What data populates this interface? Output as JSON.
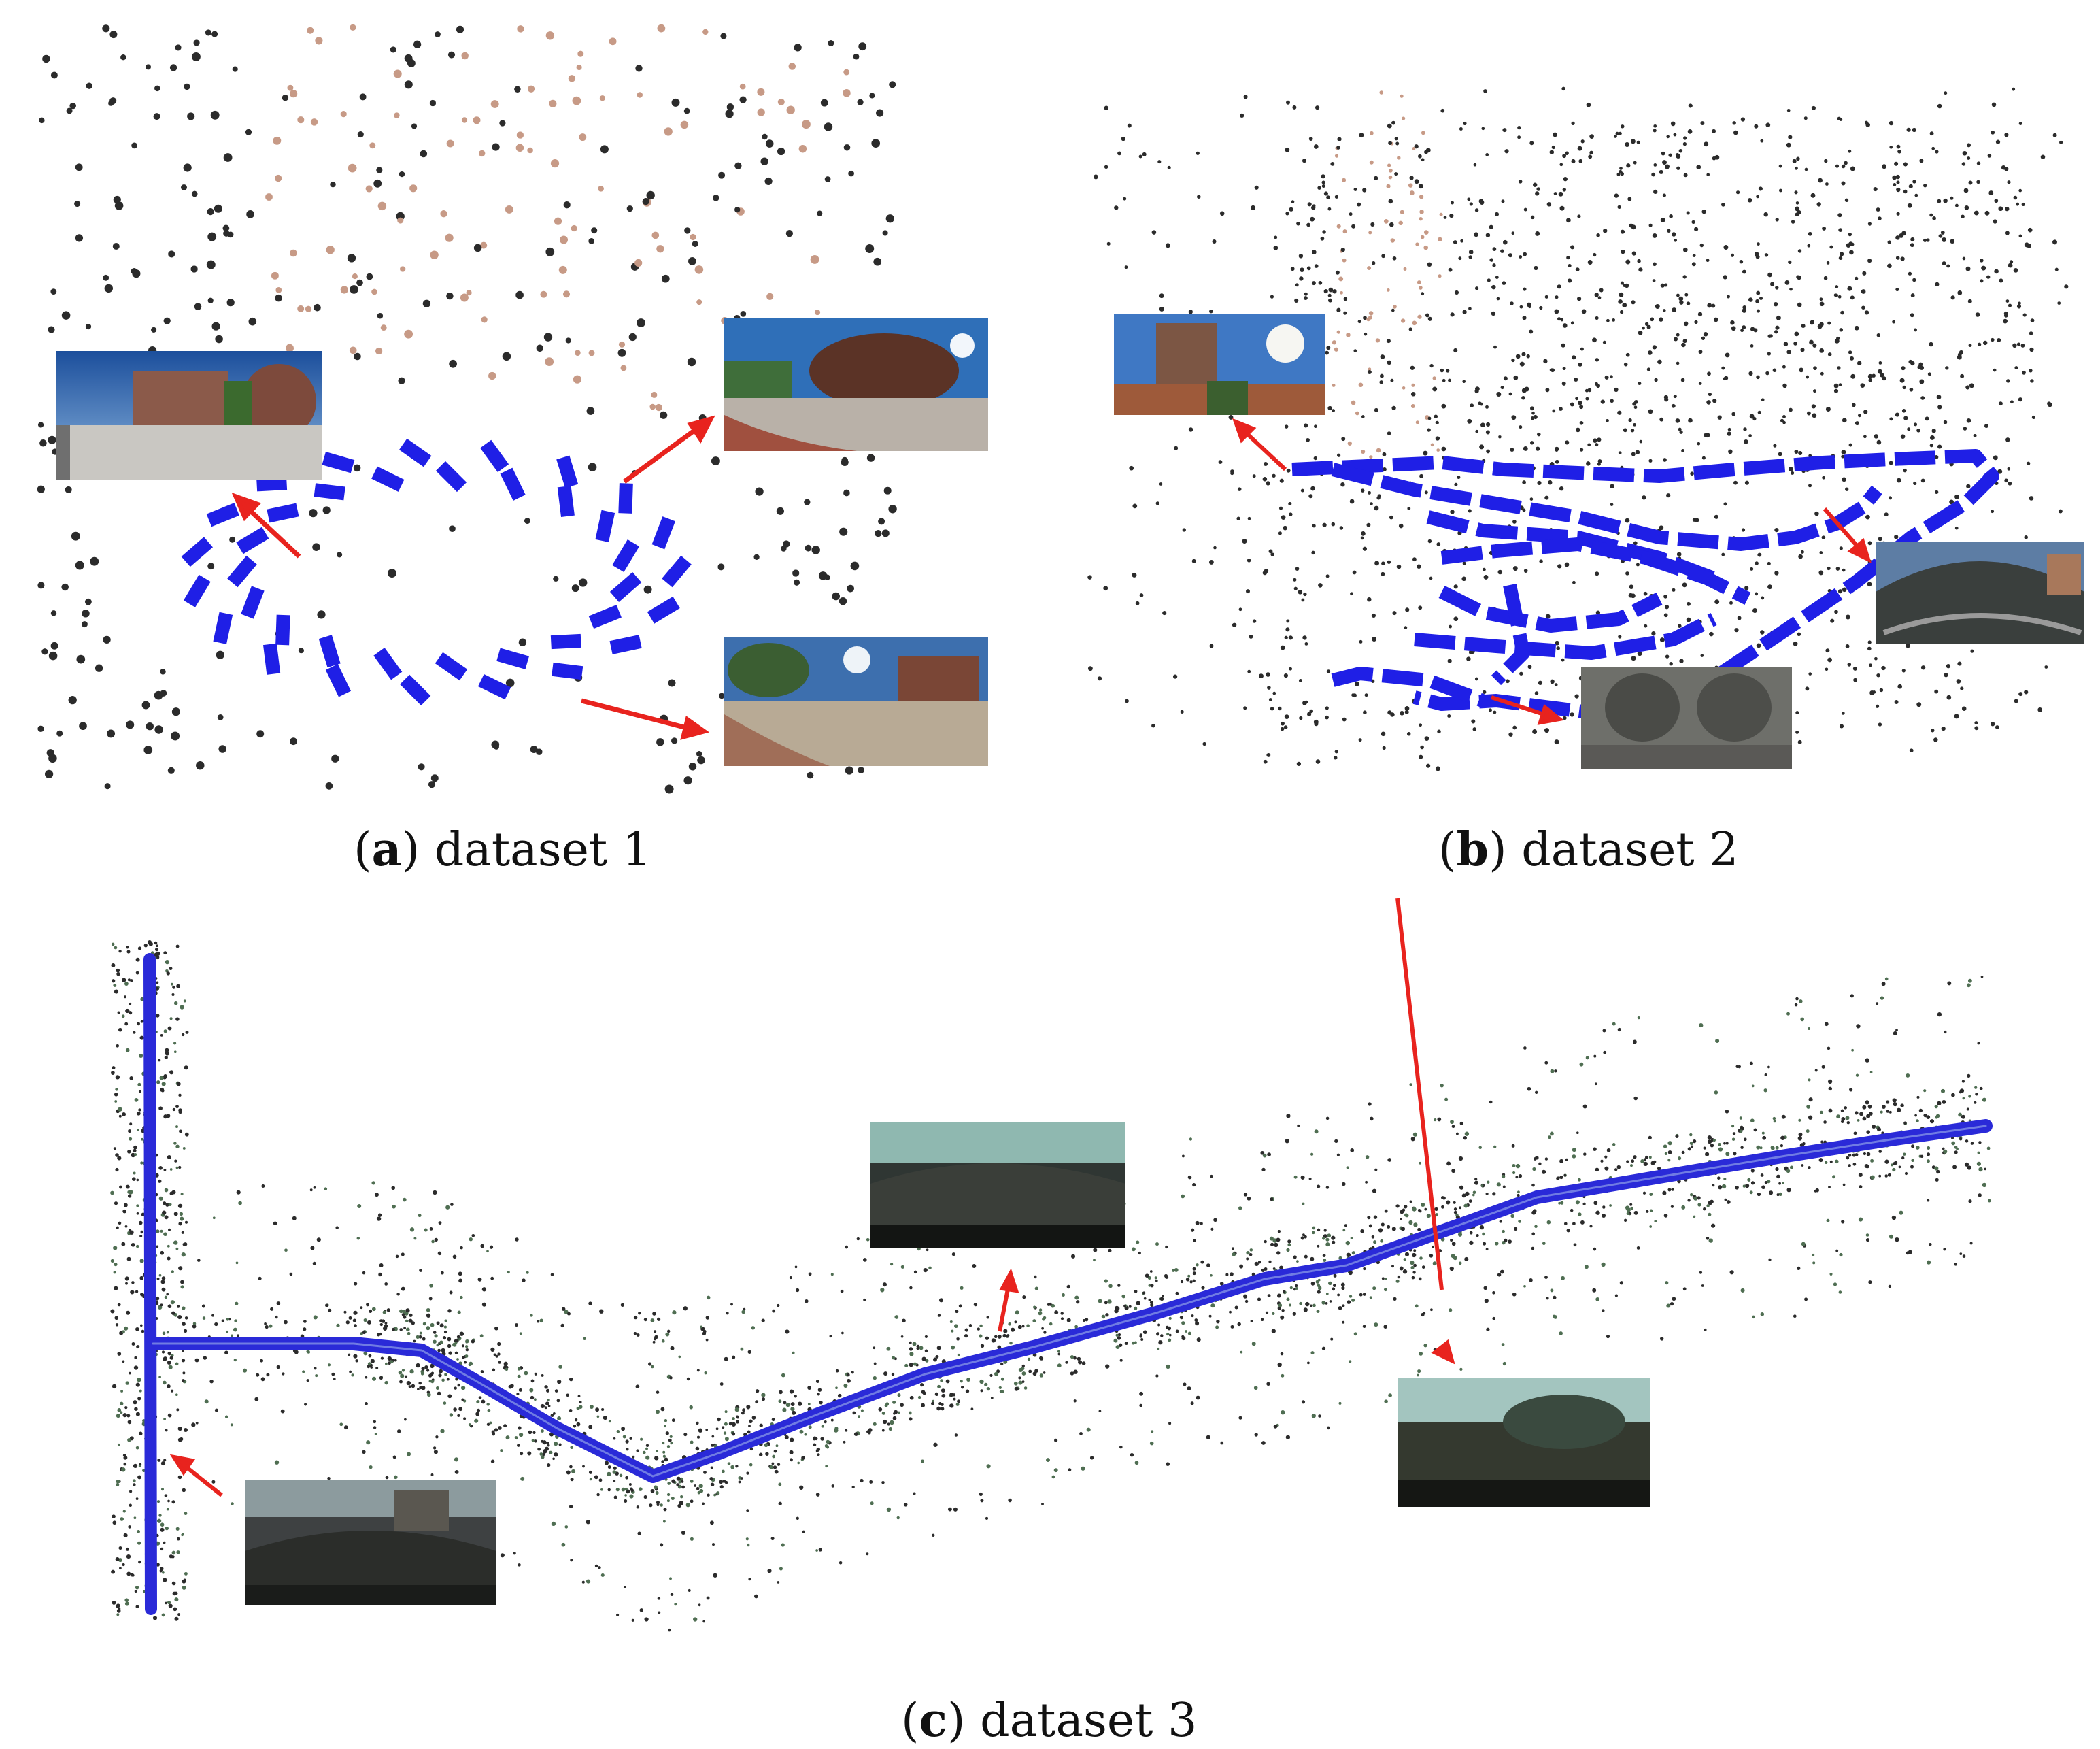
{
  "figure": {
    "panels": [
      {
        "id": "a",
        "letter": "a",
        "label": "dataset 1"
      },
      {
        "id": "b",
        "letter": "b",
        "label": "dataset 2"
      },
      {
        "id": "c",
        "letter": "c",
        "label": "dataset 3"
      }
    ]
  },
  "colors": {
    "camera": "#1f1fe6",
    "trajectory": "#2a2ad8",
    "arrow": "#e8231e",
    "points_dark": "#2b2b2b",
    "points_warm": "#c79a86",
    "points_green": "#4f6e52"
  }
}
